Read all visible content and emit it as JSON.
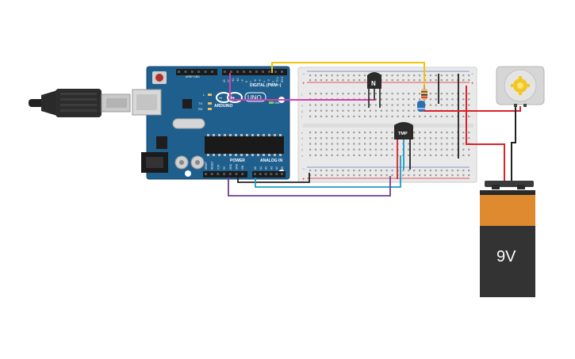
{
  "arduino": {
    "brand": "ARDUINO",
    "model": "UNO",
    "digital_label": "DIGITAL (PWM~)",
    "power_label": "POWER",
    "analog_label": "ANALOG IN",
    "on_label": "ON",
    "tx_label": "TX",
    "rx_label": "RX",
    "l_label": "L",
    "aref_label": "AREF",
    "gnd_label": "GND",
    "top_pin_labels": [
      "13",
      "12",
      "~11",
      "~10",
      "~9",
      "8",
      "7",
      "~6",
      "~5",
      "4",
      "~3",
      "2",
      "TX 1",
      "RX 0"
    ],
    "power_pin_labels": [
      "IOREF",
      "RESET",
      "3.3V",
      "5V",
      "GND",
      "GND",
      "VIN"
    ],
    "analog_pin_labels": [
      "A0",
      "A1",
      "A2",
      "A3",
      "A4",
      "A5"
    ]
  },
  "components": {
    "transistor_label": "N",
    "sensor_label": "TMP",
    "battery_label": "9V"
  },
  "colors": {
    "board": "#1f5f8e",
    "breadboard": "#e9e9e9",
    "wire_yellow": "#f2c30f",
    "wire_magenta": "#d43fae",
    "wire_red": "#d8232a",
    "wire_black": "#222222",
    "wire_teal": "#1e9bc1",
    "wire_purple": "#6f3c92",
    "battery_body": "#333333",
    "battery_top": "#e08a2f"
  },
  "icons": [
    "usb-cable-icon",
    "dc-motor-icon",
    "led-icon",
    "resistor-icon",
    "diode-icon"
  ]
}
